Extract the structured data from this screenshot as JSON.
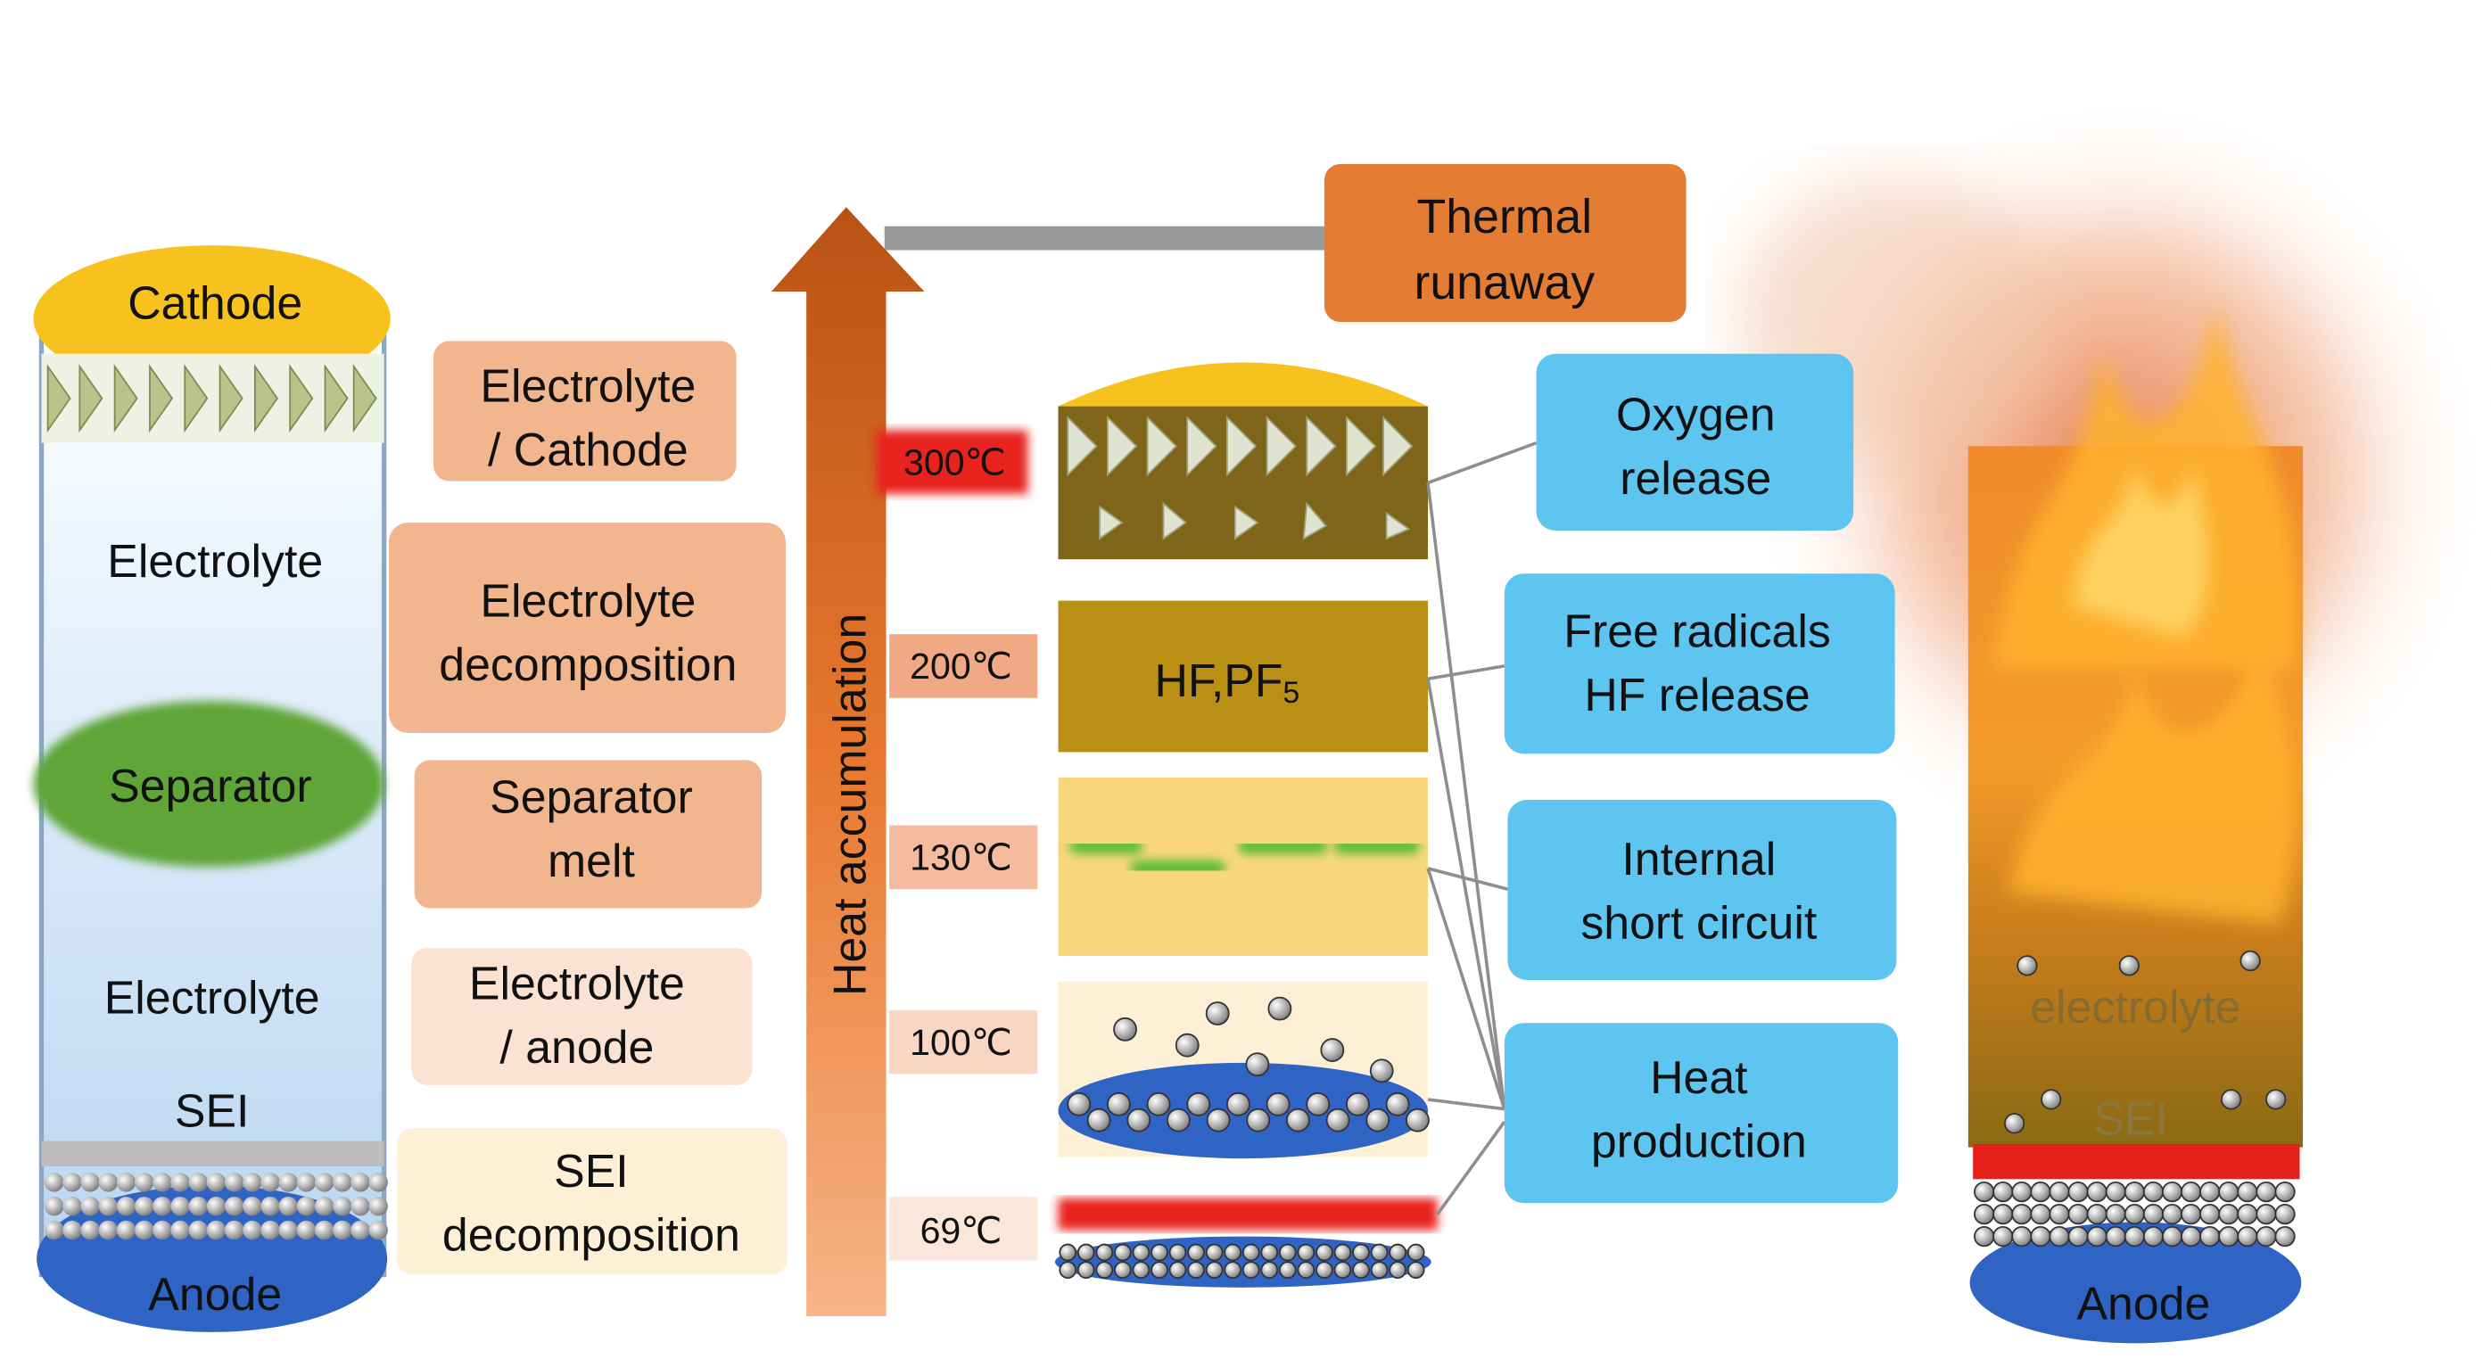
{
  "left_cell": {
    "cathode": "Cathode",
    "electrolyte_top": "Electrolyte",
    "separator": "Separator",
    "electrolyte_bottom": "Electrolyte",
    "sei": "SEI",
    "anode": "Anode"
  },
  "reaction_steps": [
    "Electrolyte\n/ Cathode",
    "Electrolyte\ndecomposition",
    "Separator\nmelt",
    "Electrolyte\n/ anode",
    "SEI\ndecomposition"
  ],
  "heat_arrow_label": "Heat accumulation",
  "temperatures": [
    "300℃",
    "200℃",
    "130℃",
    "100℃",
    "69℃"
  ],
  "gas_layer_label": "HF,PF",
  "gas_layer_subscript": "5",
  "thermal_runaway": "Thermal\nrunaway",
  "consequences": [
    "Oxygen\nrelease",
    "Free radicals\nHF release",
    "Internal\nshort circuit",
    "Heat\nproduction"
  ],
  "burning_cell": {
    "electrolyte": "electrolyte",
    "sei": "SEI",
    "anode": "Anode"
  },
  "colors": {
    "cathode_yellow": "#f7c21d",
    "anode_blue": "#2f64c4",
    "separator_green": "#62a93a",
    "step_orange": "#f2b68f",
    "step_pale": "#fbe8d8",
    "step_cream": "#fdf0d6",
    "arrow_orange": "#e26a1f",
    "runaway_box": "#e57c34",
    "consequence_blue": "#5ec5f1",
    "hot_red": "#e8201a"
  }
}
